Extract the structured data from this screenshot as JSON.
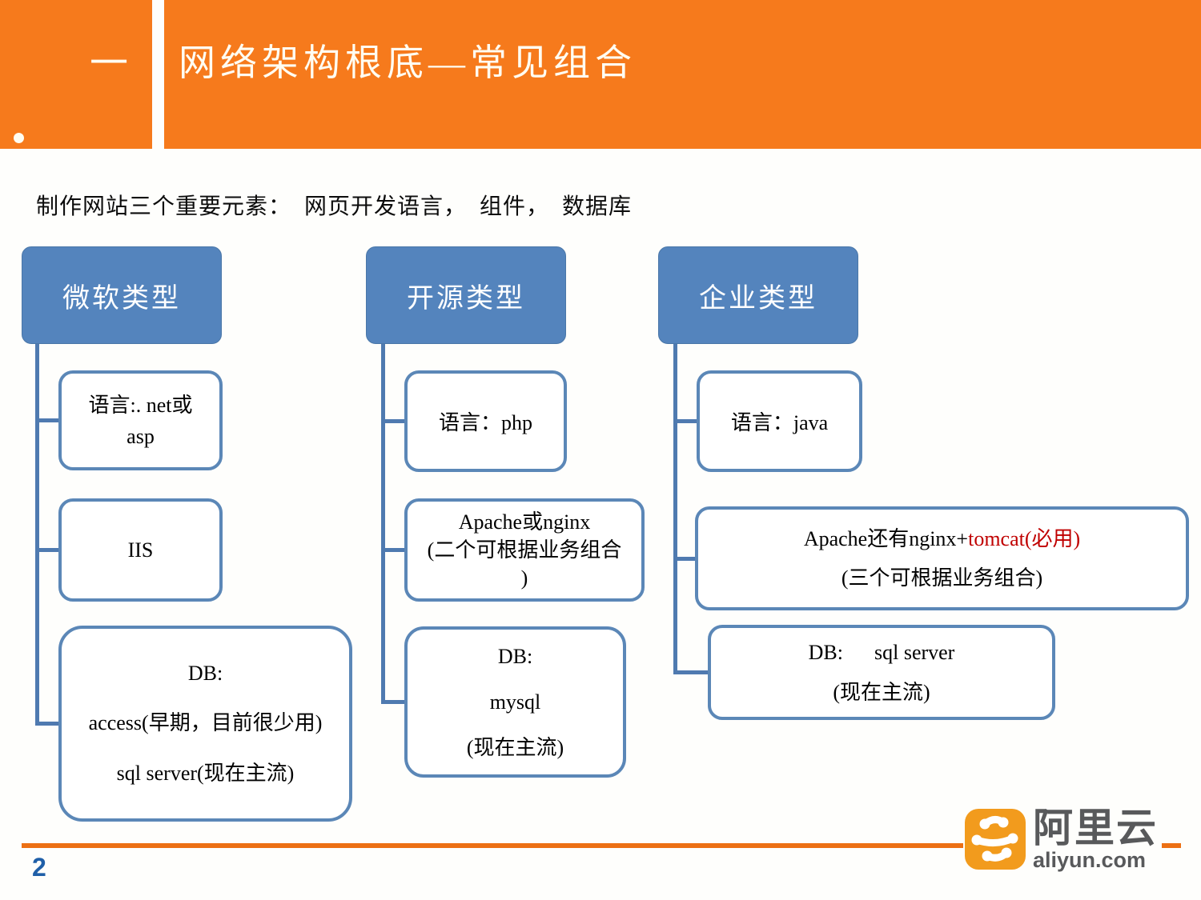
{
  "header": {
    "section_number": "一",
    "title": "网络架构根底—常见组合"
  },
  "intro": {
    "text": "制作网站三个重要元素：  网页开发语言，  组件，  数据库"
  },
  "columns": [
    {
      "header": "微软类型",
      "children": [
        {
          "lines": [
            "语言:. net或",
            "asp"
          ]
        },
        {
          "lines": [
            "IIS"
          ]
        },
        {
          "lines": [
            "DB:",
            "access(早期，目前很少用)",
            "sql server(现在主流)"
          ]
        }
      ]
    },
    {
      "header": "开源类型",
      "children": [
        {
          "lines": [
            "语言：php"
          ]
        },
        {
          "lines": [
            "Apache或nginx",
            "(二个可根据业务组合",
            ")"
          ]
        },
        {
          "lines": [
            "DB:",
            "mysql",
            "(现在主流)"
          ]
        }
      ]
    },
    {
      "header": "企业类型",
      "children": [
        {
          "lines": [
            "语言：java"
          ]
        },
        {
          "line_main": "Apache还有nginx+",
          "line_highlight": "tomcat(必用)",
          "line_sub": "(三个可根据业务组合)"
        },
        {
          "lines": [
            "DB:      sql server",
            "(现在主流)"
          ]
        }
      ]
    }
  ],
  "footer": {
    "page_number": "2"
  },
  "logo": {
    "brand": "阿里云",
    "domain": "aliyun.com",
    "icon": "aliyun-cloud-icon"
  },
  "colors": {
    "accent_orange": "#f67a1c",
    "footer_line_orange": "#ec7014",
    "node_header_blue": "#5484bd",
    "connector_blue": "#4f7ab0",
    "node_border_blue": "#5b87b7",
    "highlight_red": "#c00000",
    "page_number_blue": "#1f5fa8",
    "logo_orange": "#f29b1d",
    "logo_gray": "#58595b"
  }
}
